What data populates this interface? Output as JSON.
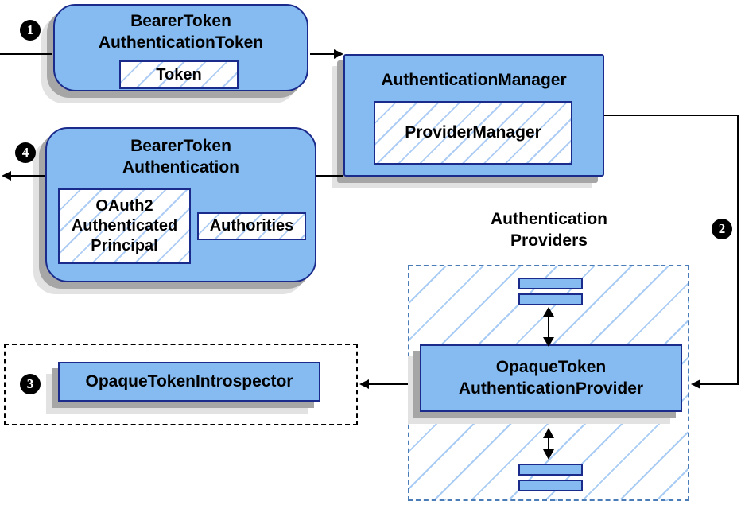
{
  "colors": {
    "node_fill": "#85BBF0",
    "node_border": "#1A2B8C",
    "hatch_line": "#A9CCF4",
    "dashed_container_border": "#4A7CB8",
    "dashed_box_border": "#000000",
    "shadow_dark": "#A6A6A6",
    "shadow_light": "#E2E2E2",
    "arrow": "#000000",
    "badge_bg": "#000000",
    "badge_text": "#FFFFFF"
  },
  "badges": {
    "step1": "1",
    "step2": "2",
    "step3": "3",
    "step4": "4"
  },
  "nodes": {
    "bearer_token_authentication_token": {
      "title_line1": "BearerToken",
      "title_line2": "AuthenticationToken",
      "token_label": "Token"
    },
    "authentication_manager": {
      "title": "AuthenticationManager",
      "provider_manager_label": "ProviderManager"
    },
    "bearer_token_authentication": {
      "title_line1": "BearerToken",
      "title_line2": "Authentication",
      "principal_line1": "OAuth2",
      "principal_line2": "Authenticated",
      "principal_line3": "Principal",
      "authorities_label": "Authorities"
    },
    "opaque_token_introspector": {
      "label": "OpaqueTokenIntrospector"
    },
    "authentication_providers_group": {
      "title_line1": "Authentication",
      "title_line2": "Providers"
    },
    "opaque_token_authentication_provider": {
      "title_line1": "OpaqueToken",
      "title_line2": "AuthenticationProvider"
    }
  }
}
